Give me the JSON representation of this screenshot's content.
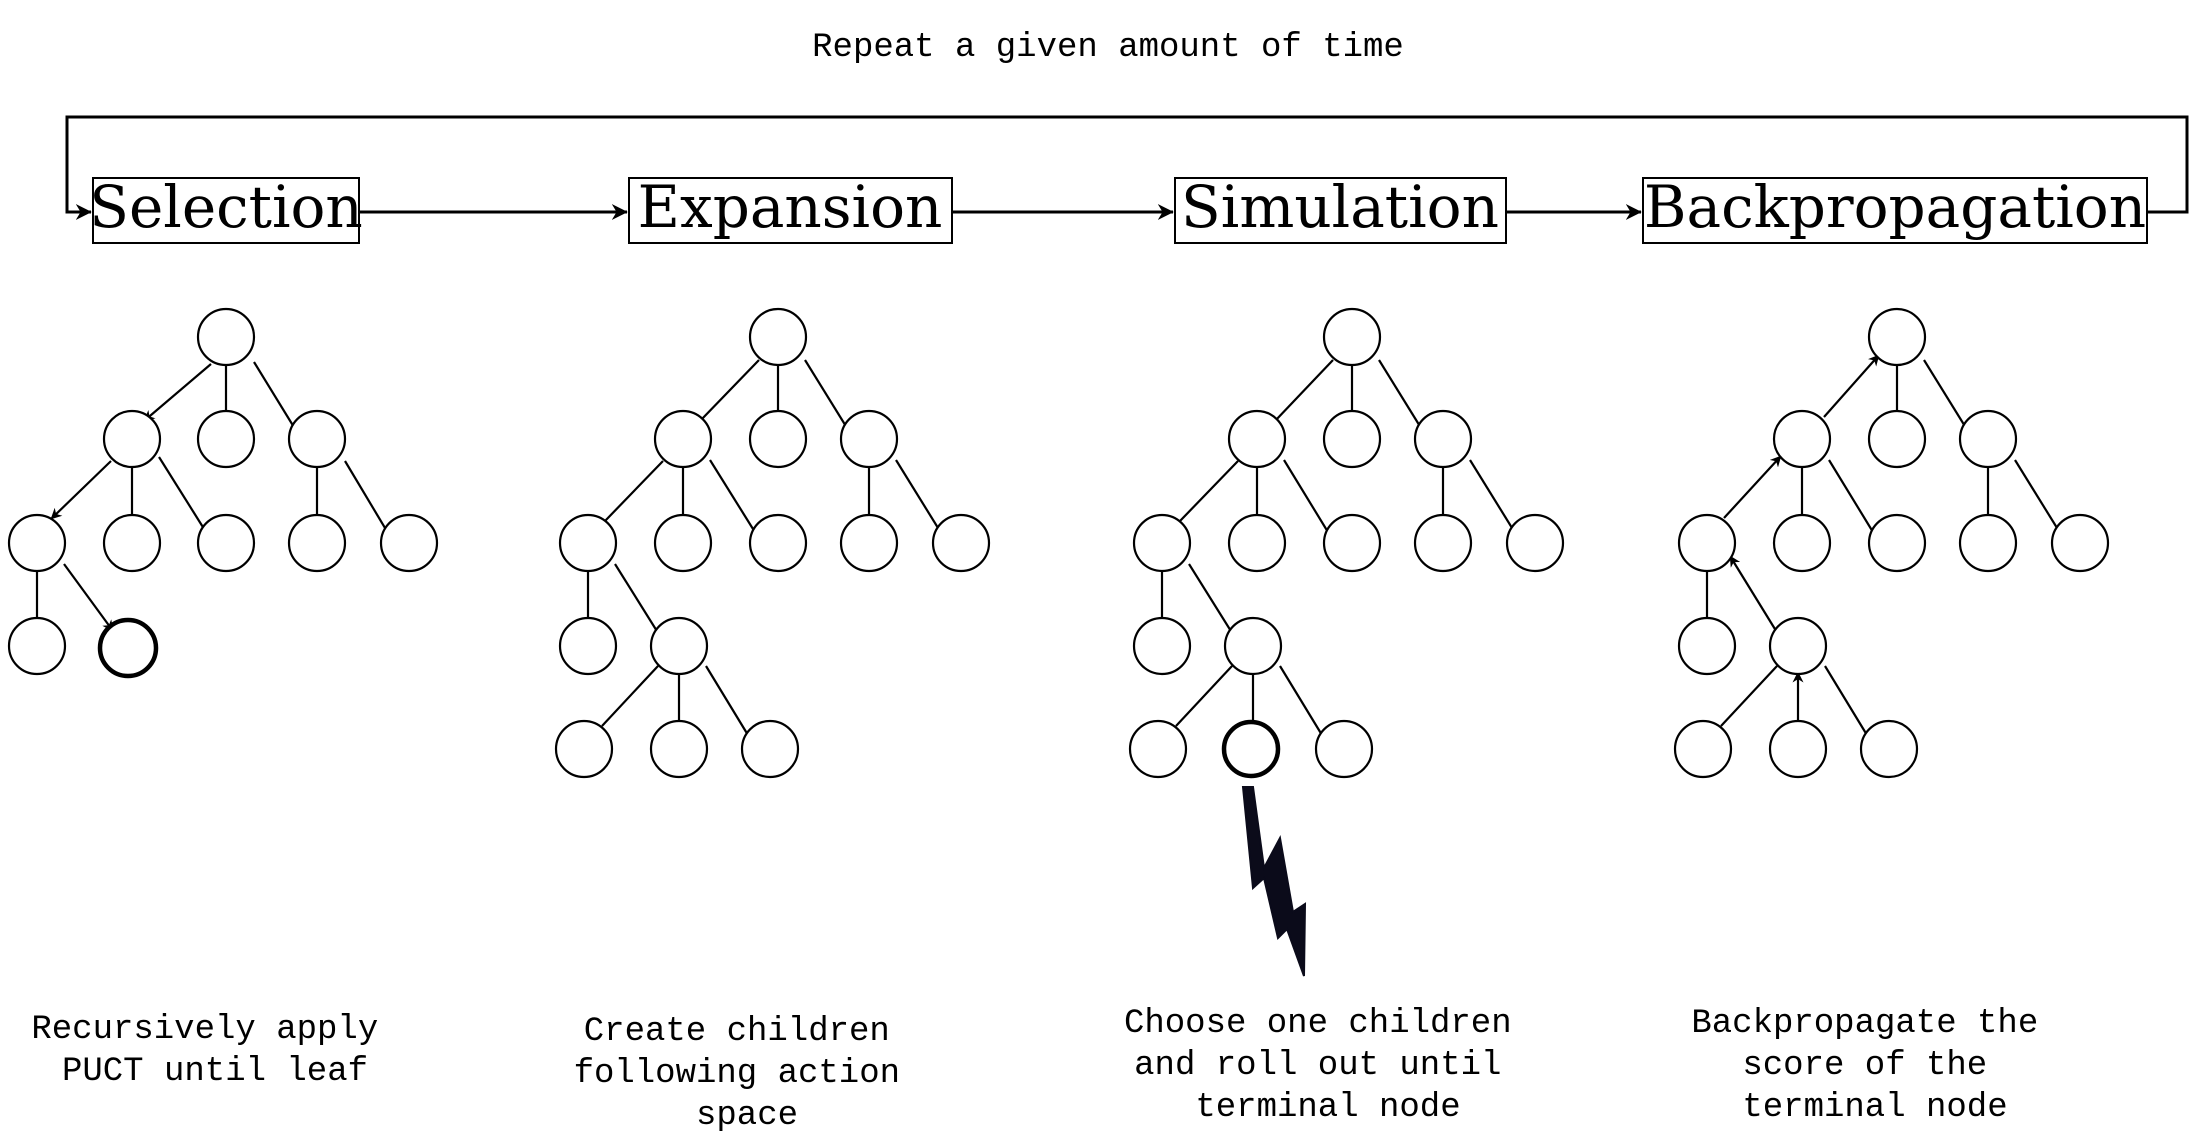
{
  "loop_label": "Repeat a given amount of time",
  "stages": [
    {
      "name": "Selection",
      "caption": [
        "Recursively apply",
        "PUCT until leaf"
      ]
    },
    {
      "name": "Expansion",
      "caption": [
        "Create children",
        "following action",
        "space"
      ]
    },
    {
      "name": "Simulation",
      "caption": [
        "Choose one children",
        "and roll out until",
        "terminal node"
      ]
    },
    {
      "name": "Backpropagation",
      "caption": [
        "Backpropagate the",
        "score of the",
        "terminal node"
      ]
    }
  ],
  "colors": {
    "stroke": "#000000",
    "background": "#ffffff",
    "lightning": "#0b0b1a"
  }
}
